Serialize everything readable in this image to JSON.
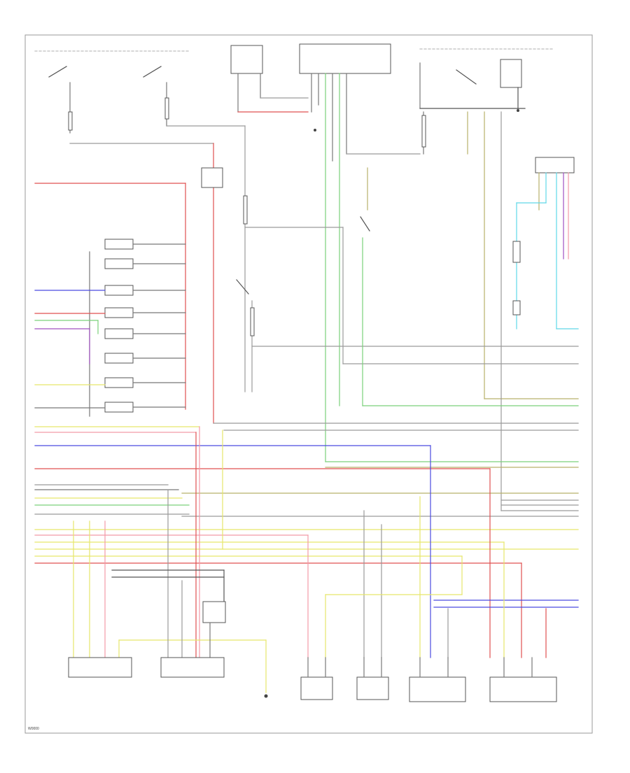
{
  "figure_id": "W0000",
  "colors": {
    "red": "#e05050",
    "blue": "#4a4ae0",
    "green": "#7ad07a",
    "yellow": "#e6e66a",
    "pink": "#f29aa8",
    "purple": "#a050c0",
    "cyan": "#5fd8e8",
    "olive": "#b8b06a",
    "gray": "#8a8a8a",
    "dark": "#444444"
  },
  "fuses": 8,
  "bottom_components": 7
}
